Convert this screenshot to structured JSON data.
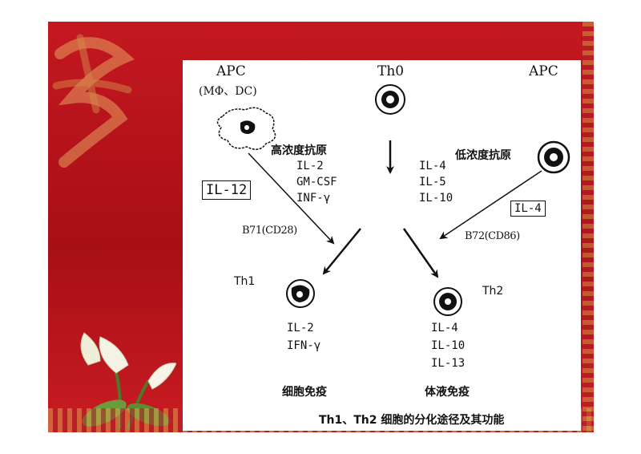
{
  "top": {
    "apc_left": "APC",
    "apc_left_sub": "(MΦ、DC)",
    "th0": "Th0",
    "apc_right": "APC"
  },
  "left_path": {
    "antigen": "高浓度抗原",
    "cytokines": [
      "IL-2",
      "GM-CSF",
      "INF-γ"
    ],
    "il12_box": "IL-12",
    "costim": "B71(CD28)"
  },
  "right_path": {
    "antigen": "低浓度抗原",
    "cytokines": [
      "IL-4",
      "IL-5",
      "IL-10"
    ],
    "il4_box": "IL-4",
    "costim": "B72(CD86)"
  },
  "th1": {
    "label": "Th1",
    "outputs": [
      "IL-2",
      "IFN-γ"
    ],
    "function": "细胞免疫"
  },
  "th2": {
    "label": "Th2",
    "outputs": [
      "IL-4",
      "IL-10",
      "IL-13"
    ],
    "function": "体液免疫"
  },
  "caption": "Th1、Th2 细胞的分化途径及其功能",
  "colors": {
    "slide_red": "#b5141b",
    "ink": "#111111"
  },
  "decorations": [
    "calligraphy-fu-left",
    "calligraphy-hexin-right",
    "calla-lily",
    "lattice-border"
  ]
}
